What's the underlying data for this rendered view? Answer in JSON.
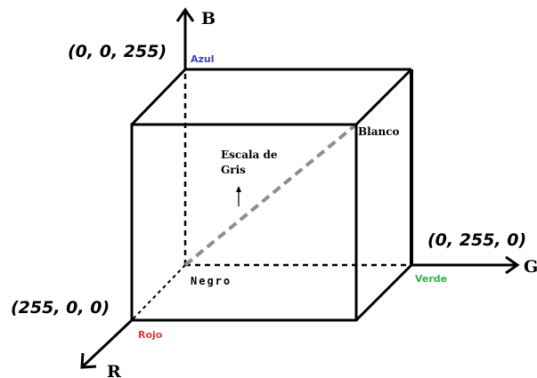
{
  "axes": {
    "b_label": "B",
    "g_label": "G",
    "r_label": "R"
  },
  "coordinates": {
    "blue": "(0, 0, 255)",
    "green": "(0, 255, 0)",
    "red": "(255, 0, 0)"
  },
  "corners": {
    "azul": "Azul",
    "verde": "Verde",
    "rojo": "Rojo",
    "blanco": "Blanco",
    "negro": "Negro"
  },
  "grayscale": {
    "line1": "Escala de",
    "line2": "Gris"
  },
  "colors": {
    "azul": "#3b3fc4",
    "verde": "#2db24a",
    "rojo": "#e8333f",
    "edge": "#000000",
    "diagonal": "#8e8e8e"
  }
}
